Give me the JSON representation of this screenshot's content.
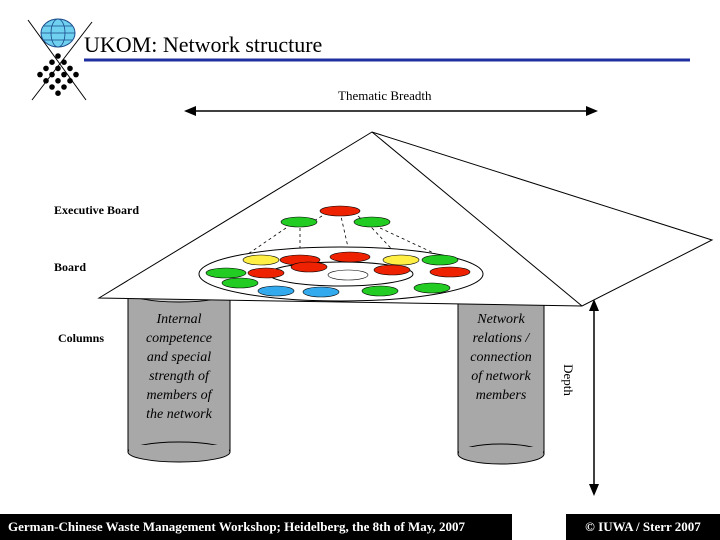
{
  "title": "UKOM: Network structure",
  "labels": {
    "thematic_breadth": "Thematic Breadth",
    "executive_board": "Executive Board",
    "board": "Board",
    "columns": "Columns",
    "depth": "Depth"
  },
  "columns": {
    "left_text": [
      "Internal",
      "competence",
      "and special",
      "strength of",
      "members of",
      "the network"
    ],
    "right_text": [
      "Network",
      "relations /",
      "connection",
      "of network",
      "members"
    ]
  },
  "footer": {
    "left": "German-Chinese Waste Management Workshop; Heidelberg, the 8th of May, 2007",
    "right": "© IUWA / Sterr 2007"
  },
  "colors": {
    "title_rule": "#1f2fa0",
    "red_member": "#ee2200",
    "green_member": "#22cc22",
    "yellow_member": "#ffee44",
    "blue_member": "#33aaee",
    "white_member": "#ffffff",
    "column_fill": "#a8a8a8",
    "footer_bg": "#000000"
  }
}
